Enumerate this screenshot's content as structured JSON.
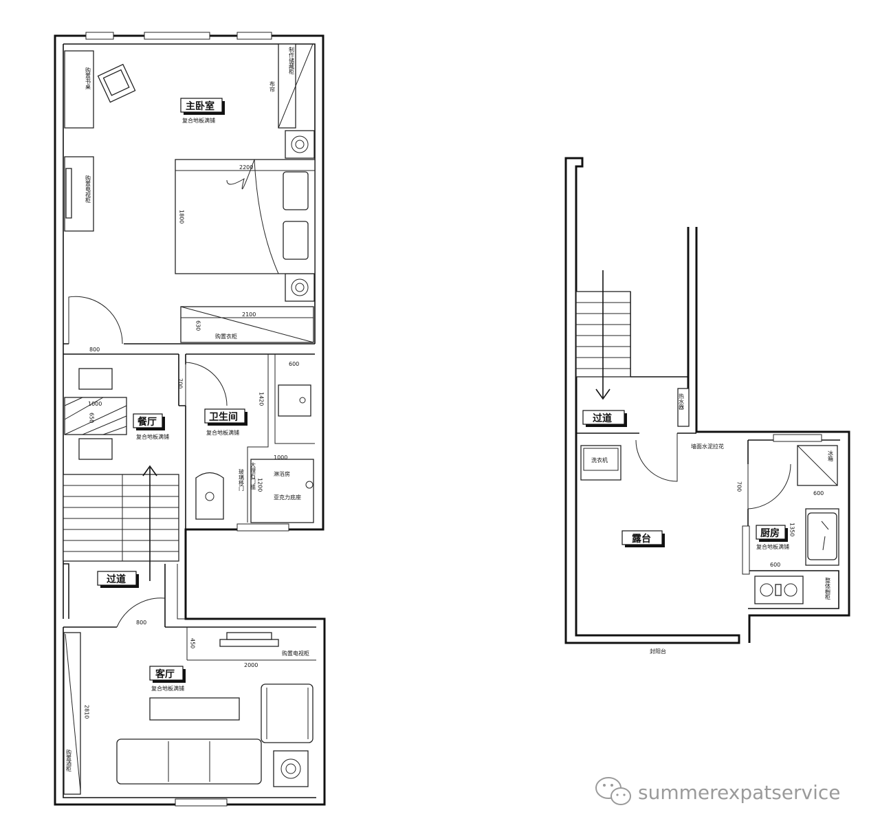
{
  "watermark": {
    "text": "summerexpatservice"
  },
  "floor1": {
    "master_bedroom": {
      "name": "主卧室",
      "floor": "复合地板满铺"
    },
    "desk": "购置书桌",
    "tv_cabinet_bedroom": "购置电视柜",
    "custom_cabinet": "制作储藏柜",
    "curtain": "布帘",
    "wardrobe": "购置衣柜",
    "dining": {
      "name": "餐厅",
      "floor": "复合地板满铺"
    },
    "bathroom": {
      "name": "卫生间",
      "floor": "复合地板满铺"
    },
    "shower_room": "淋浴房",
    "toilet_note": "亚克力底座",
    "glass_door": "玻璃移门",
    "marble_sill": "大理石门槛",
    "passage": "过道",
    "living": {
      "name": "客厅",
      "floor": "复合地板满铺"
    },
    "tv_cabinet_living": "购置电视柜",
    "wine_cabinet": "购置酒柜",
    "dims": {
      "bed_len": "2200",
      "bed_w": "1800",
      "wardrobe_len": "2100",
      "wardrobe_w": "630",
      "door_bedroom": "800",
      "table_w": "1000",
      "table_d": "650",
      "bath_door": "700",
      "basin_w": "600",
      "bath_len": "1420",
      "shower_w": "1000",
      "shower_d": "1200",
      "passage_door": "800",
      "tv_depth": "450",
      "tv_len": "2000",
      "living_len": "2810"
    }
  },
  "floor2": {
    "passage": "过道",
    "water_heater": "热水器",
    "wall_tile": "墙面水泥拉花",
    "washer": "洗衣机",
    "terrace": "露台",
    "kitchen": {
      "name": "厨房",
      "floor": "复合地板满铺"
    },
    "fridge": "冰箱",
    "integrated_cabinet": "整体橱柜",
    "enclosed_balcony": "封阳台",
    "dims": {
      "kitchen_door": "700",
      "fridge_w": "600",
      "counter_len": "1350",
      "counter_w": "600"
    }
  }
}
